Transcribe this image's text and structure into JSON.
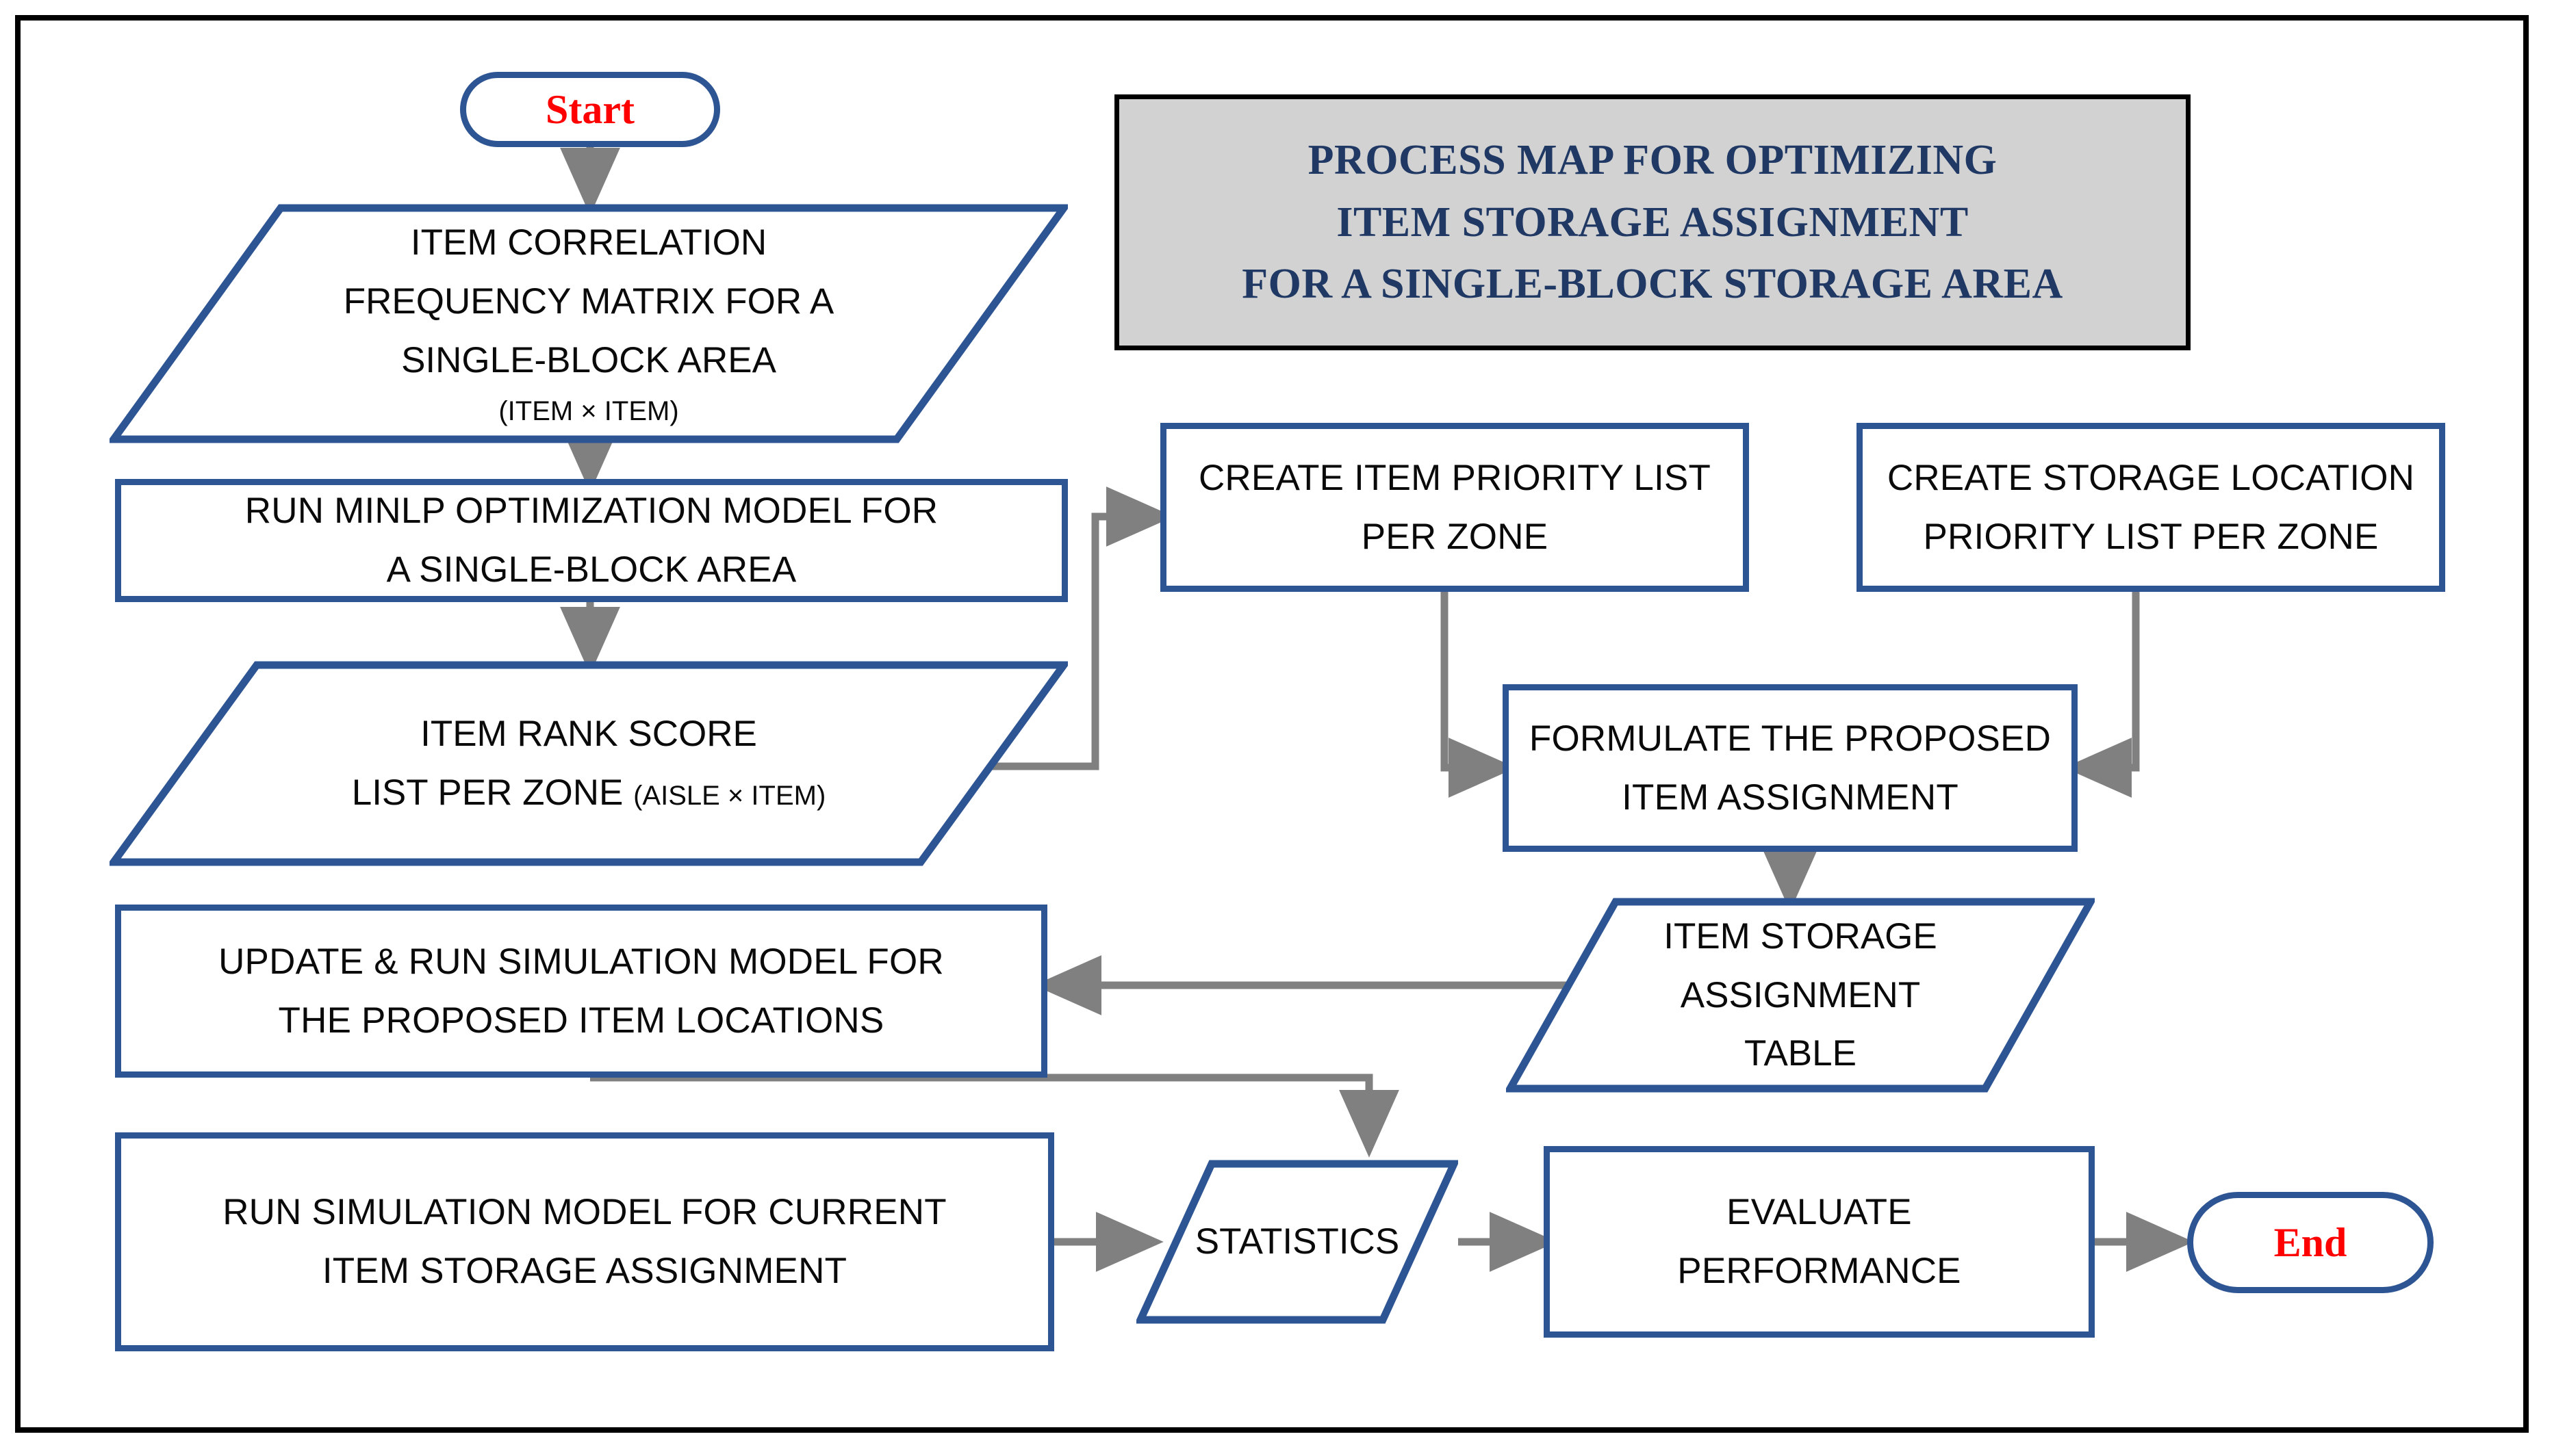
{
  "title": {
    "line1": "PROCESS MAP FOR OPTIMIZING",
    "line2": "ITEM STORAGE ASSIGNMENT",
    "line3": "FOR  A SINGLE-BLOCK STORAGE AREA"
  },
  "colors": {
    "node_border": "#2E5593",
    "terminator_text": "#FF0000",
    "title_text": "#1F3864",
    "title_fill": "#D2D2D2",
    "connector": "#808080",
    "frame": "#000000"
  },
  "nodes": {
    "start": {
      "label": "Start",
      "shape": "terminator"
    },
    "end": {
      "label": "End",
      "shape": "terminator"
    },
    "item_correlation_matrix": {
      "shape": "data",
      "line1": "ITEM CORRELATION",
      "line2": "FREQUENCY MATRIX FOR A",
      "line3": "SINGLE-BLOCK AREA",
      "line4": "(ITEM × ITEM)"
    },
    "run_minlp": {
      "shape": "process",
      "line1": "RUN MINLP OPTIMIZATION MODEL FOR",
      "line2": "A SINGLE-BLOCK AREA"
    },
    "item_rank_score": {
      "shape": "data",
      "line1": "ITEM RANK SCORE",
      "line2": "LIST PER ZONE ",
      "line2_small": "(AISLE × ITEM)"
    },
    "create_item_priority_list": {
      "shape": "process",
      "line1": "CREATE ITEM PRIORITY LIST",
      "line2": "PER ZONE"
    },
    "create_storage_location_list": {
      "shape": "process",
      "line1": "CREATE STORAGE LOCATION",
      "line2": "PRIORITY LIST PER ZONE"
    },
    "formulate_assignment": {
      "shape": "process",
      "line1": "FORMULATE THE PROPOSED",
      "line2": "ITEM ASSIGNMENT"
    },
    "item_storage_assignment_table": {
      "shape": "data",
      "line1": "ITEM STORAGE",
      "line2": "ASSIGNMENT",
      "line3": "TABLE"
    },
    "update_run_simulation": {
      "shape": "process",
      "line1": "UPDATE & RUN SIMULATION MODEL FOR",
      "line2": "THE PROPOSED ITEM LOCATIONS"
    },
    "run_simulation_current": {
      "shape": "process",
      "line1": "RUN SIMULATION MODEL FOR CURRENT",
      "line2": "ITEM STORAGE ASSIGNMENT"
    },
    "statistics": {
      "shape": "data",
      "line1": "STATISTICS"
    },
    "evaluate_performance": {
      "shape": "process",
      "line1": "EVALUATE",
      "line2": "PERFORMANCE"
    }
  }
}
